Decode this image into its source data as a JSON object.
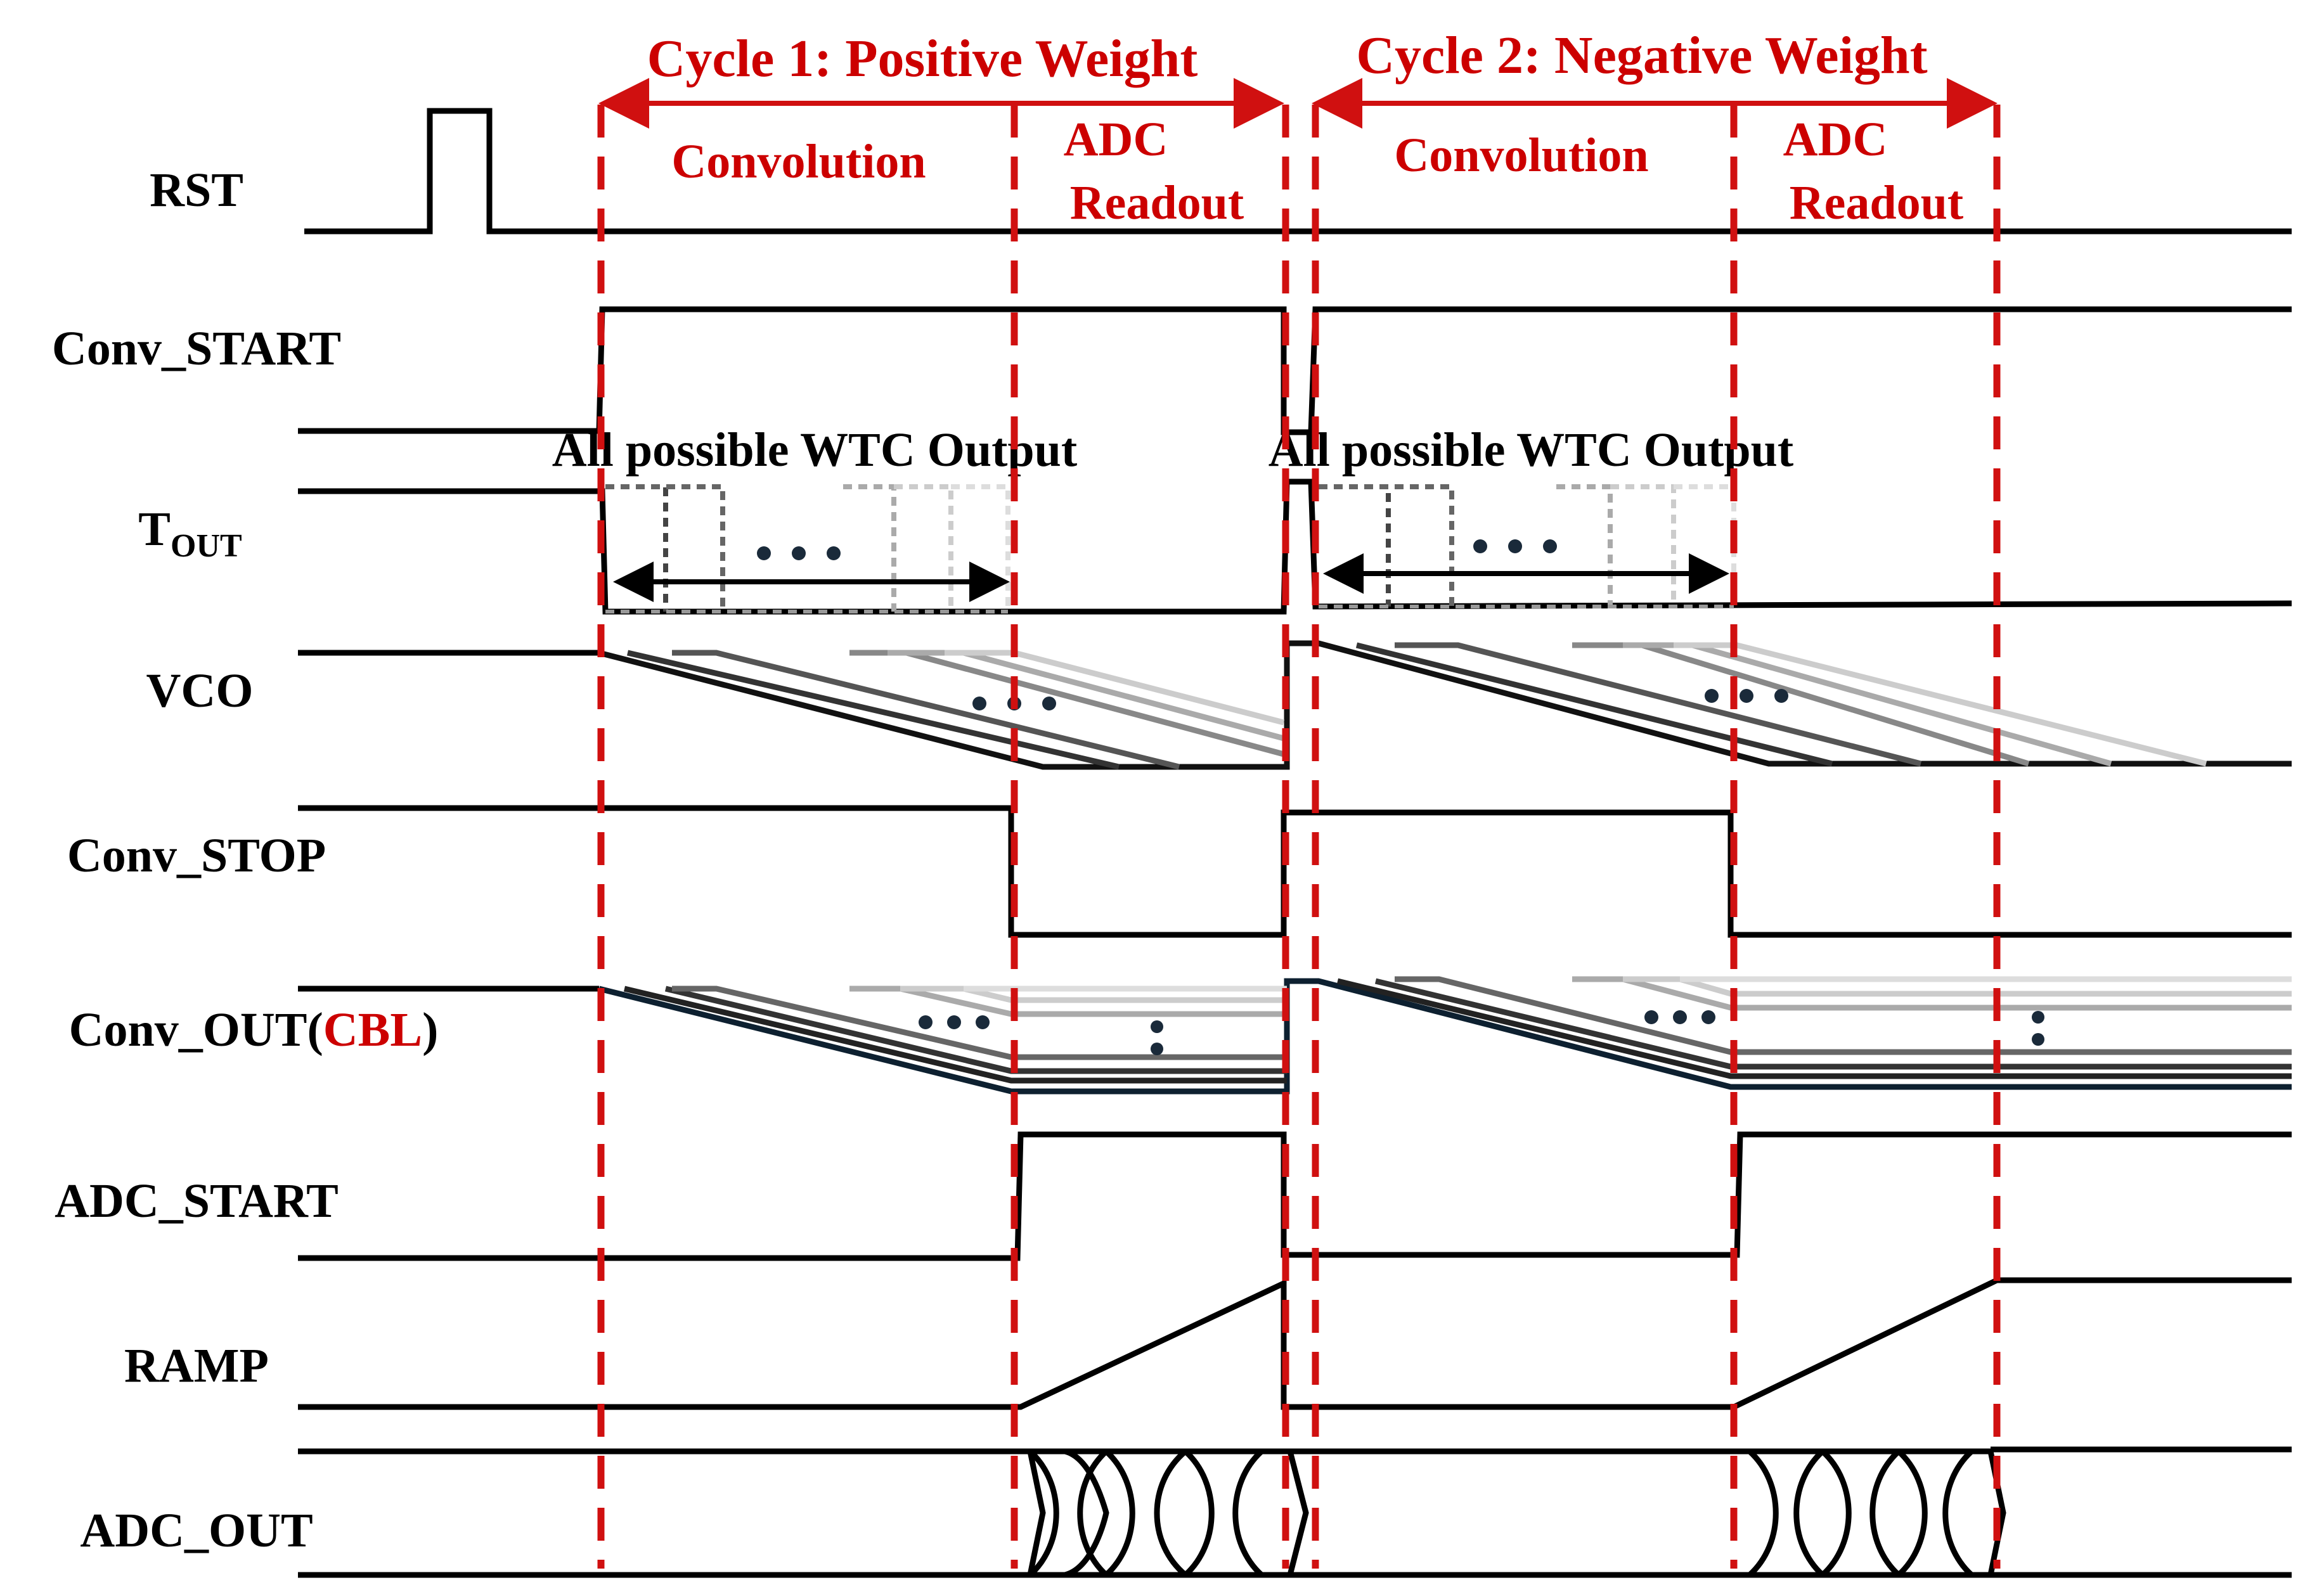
{
  "cycles": [
    {
      "title": "Cycle 1: Positive Weight",
      "phase1": "Convolution",
      "phase2_line1": "ADC",
      "phase2_line2": "Readout",
      "wtc_note": "All possible WTC Output"
    },
    {
      "title": "Cycle 2: Negative Weight",
      "phase1": "Convolution",
      "phase2_line1": "ADC",
      "phase2_line2": "Readout",
      "wtc_note": "All possible WTC Output"
    }
  ],
  "signals": {
    "rst": "RST",
    "conv_start": "Conv_START",
    "tout_main": "T",
    "tout_sub": "OUT",
    "vco": "VCO",
    "conv_stop": "Conv_STOP",
    "conv_out_prefix": "Conv_OUT(",
    "conv_out_highlight": "CBL",
    "conv_out_suffix": ")",
    "adc_start": "ADC_START",
    "ramp": "RAMP",
    "adc_out": "ADC_OUT"
  },
  "colors": {
    "accent_red": "#cc0000",
    "divider_red": "#d01010",
    "wave": "#000000",
    "dots": "#1a2a3a"
  }
}
